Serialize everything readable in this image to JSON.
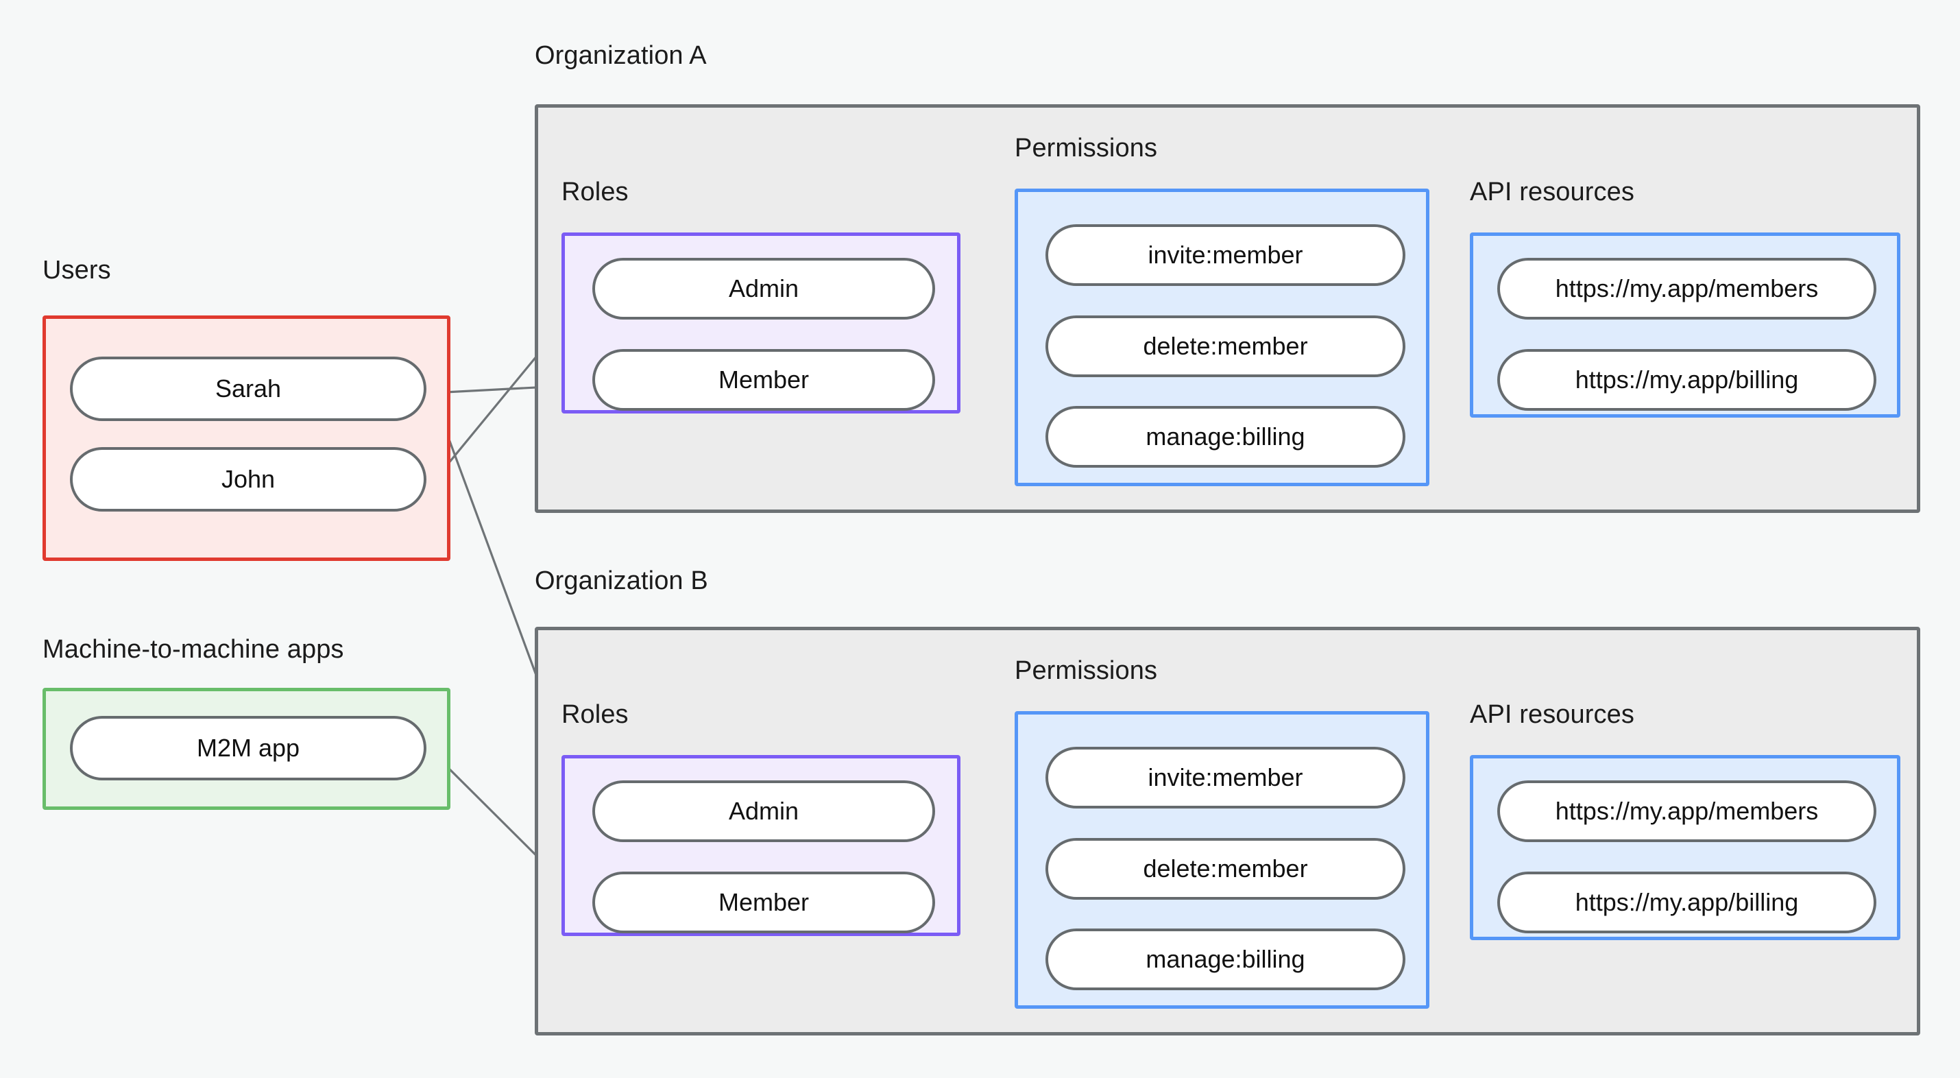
{
  "page": {
    "background_color": "#f6f8f8",
    "title": "Organization roles and permissions diagram"
  },
  "colors": {
    "users_border": "#e03a2f",
    "users_fill": "#fdeae8",
    "m2m_border": "#68bd6a",
    "m2m_fill": "#e9f5e9",
    "org_border": "#6d7275",
    "org_fill": "#ececec",
    "roles_border": "#7b5cf5",
    "roles_fill": "#f2ecfd",
    "blue_border": "#5596f7",
    "blue_fill": "#dfecfd",
    "pill_border": "#666b6e",
    "pill_fill": "#ffffff",
    "edge": "#6f7477"
  },
  "users": {
    "caption": "Users",
    "items": [
      {
        "label": "Sarah"
      },
      {
        "label": "John"
      }
    ]
  },
  "m2m": {
    "caption": "Machine-to-machine apps",
    "items": [
      {
        "label": "M2M app"
      }
    ]
  },
  "organizations": [
    {
      "caption": "Organization A",
      "roles": {
        "caption": "Roles",
        "items": [
          {
            "label": "Admin"
          },
          {
            "label": "Member"
          }
        ]
      },
      "permissions": {
        "caption": "Permissions",
        "items": [
          {
            "label": "invite:member"
          },
          {
            "label": "delete:member"
          },
          {
            "label": "manage:billing"
          }
        ]
      },
      "api_resources": {
        "caption": "API resources",
        "items": [
          {
            "label": "https://my.app/members"
          },
          {
            "label": "https://my.app/billing"
          }
        ]
      }
    },
    {
      "caption": "Organization B",
      "roles": {
        "caption": "Roles",
        "items": [
          {
            "label": "Admin"
          },
          {
            "label": "Member"
          }
        ]
      },
      "permissions": {
        "caption": "Permissions",
        "items": [
          {
            "label": "invite:member"
          },
          {
            "label": "delete:member"
          },
          {
            "label": "manage:billing"
          }
        ]
      },
      "api_resources": {
        "caption": "API resources",
        "items": [
          {
            "label": "https://my.app/members"
          },
          {
            "label": "https://my.app/billing"
          }
        ]
      }
    }
  ],
  "connections": [
    {
      "from": "Sarah",
      "to": "Organization A / Member"
    },
    {
      "from": "Sarah",
      "to": "Organization B / Admin"
    },
    {
      "from": "John",
      "to": "Organization A / Admin"
    },
    {
      "from": "M2M app",
      "to": "Organization B / Member"
    },
    {
      "from": "Organization A / Admin",
      "to": "Organization A / invite:member"
    },
    {
      "from": "Organization A / Admin",
      "to": "Organization A / delete:member"
    },
    {
      "from": "Organization A / Member",
      "to": "Organization A / manage:billing"
    },
    {
      "from": "Organization A / invite:member",
      "to": "Organization A / https://my.app/members"
    },
    {
      "from": "Organization A / delete:member",
      "to": "Organization A / https://my.app/members"
    },
    {
      "from": "Organization A / manage:billing",
      "to": "Organization A / https://my.app/billing"
    },
    {
      "from": "Organization B / Admin",
      "to": "Organization B / invite:member"
    },
    {
      "from": "Organization B / Admin",
      "to": "Organization B / delete:member"
    },
    {
      "from": "Organization B / Member",
      "to": "Organization B / manage:billing"
    },
    {
      "from": "Organization B / invite:member",
      "to": "Organization B / https://my.app/members"
    },
    {
      "from": "Organization B / delete:member",
      "to": "Organization B / https://my.app/members"
    },
    {
      "from": "Organization B / manage:billing",
      "to": "Organization B / https://my.app/billing"
    }
  ]
}
